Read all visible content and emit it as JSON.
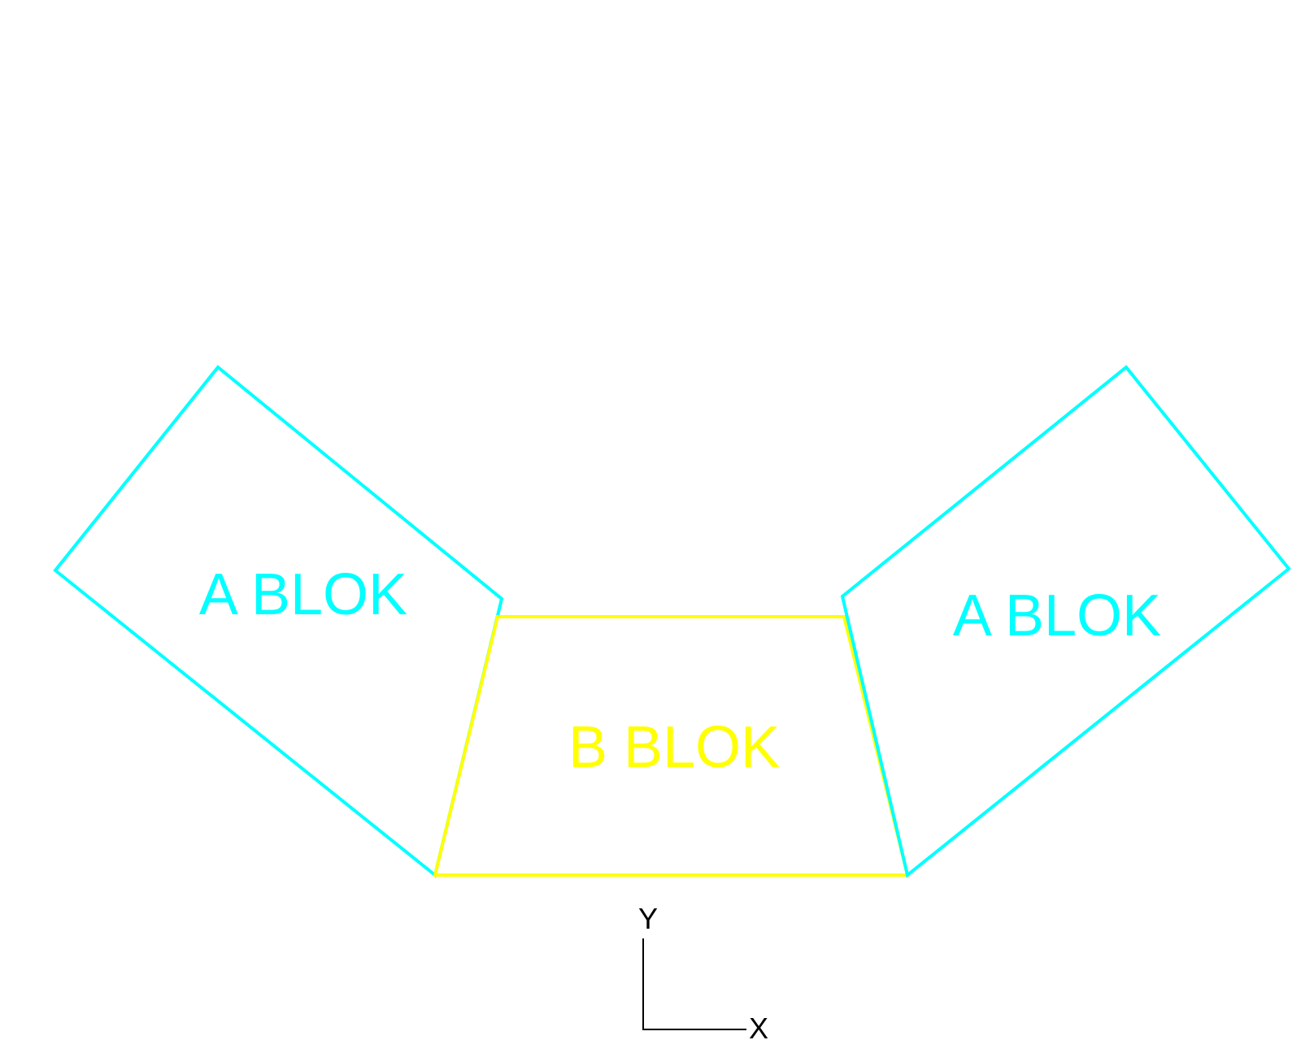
{
  "colors": {
    "block_a": "#00ffff",
    "block_b": "#ffff00",
    "axes": "#000000",
    "background": "#ffffff"
  },
  "blocks": {
    "left_a": {
      "label": "A BLOK"
    },
    "center_b": {
      "label": "B BLOK"
    },
    "right_a": {
      "label": "A BLOK"
    }
  },
  "axes": {
    "x_label": "X",
    "y_label": "Y"
  }
}
